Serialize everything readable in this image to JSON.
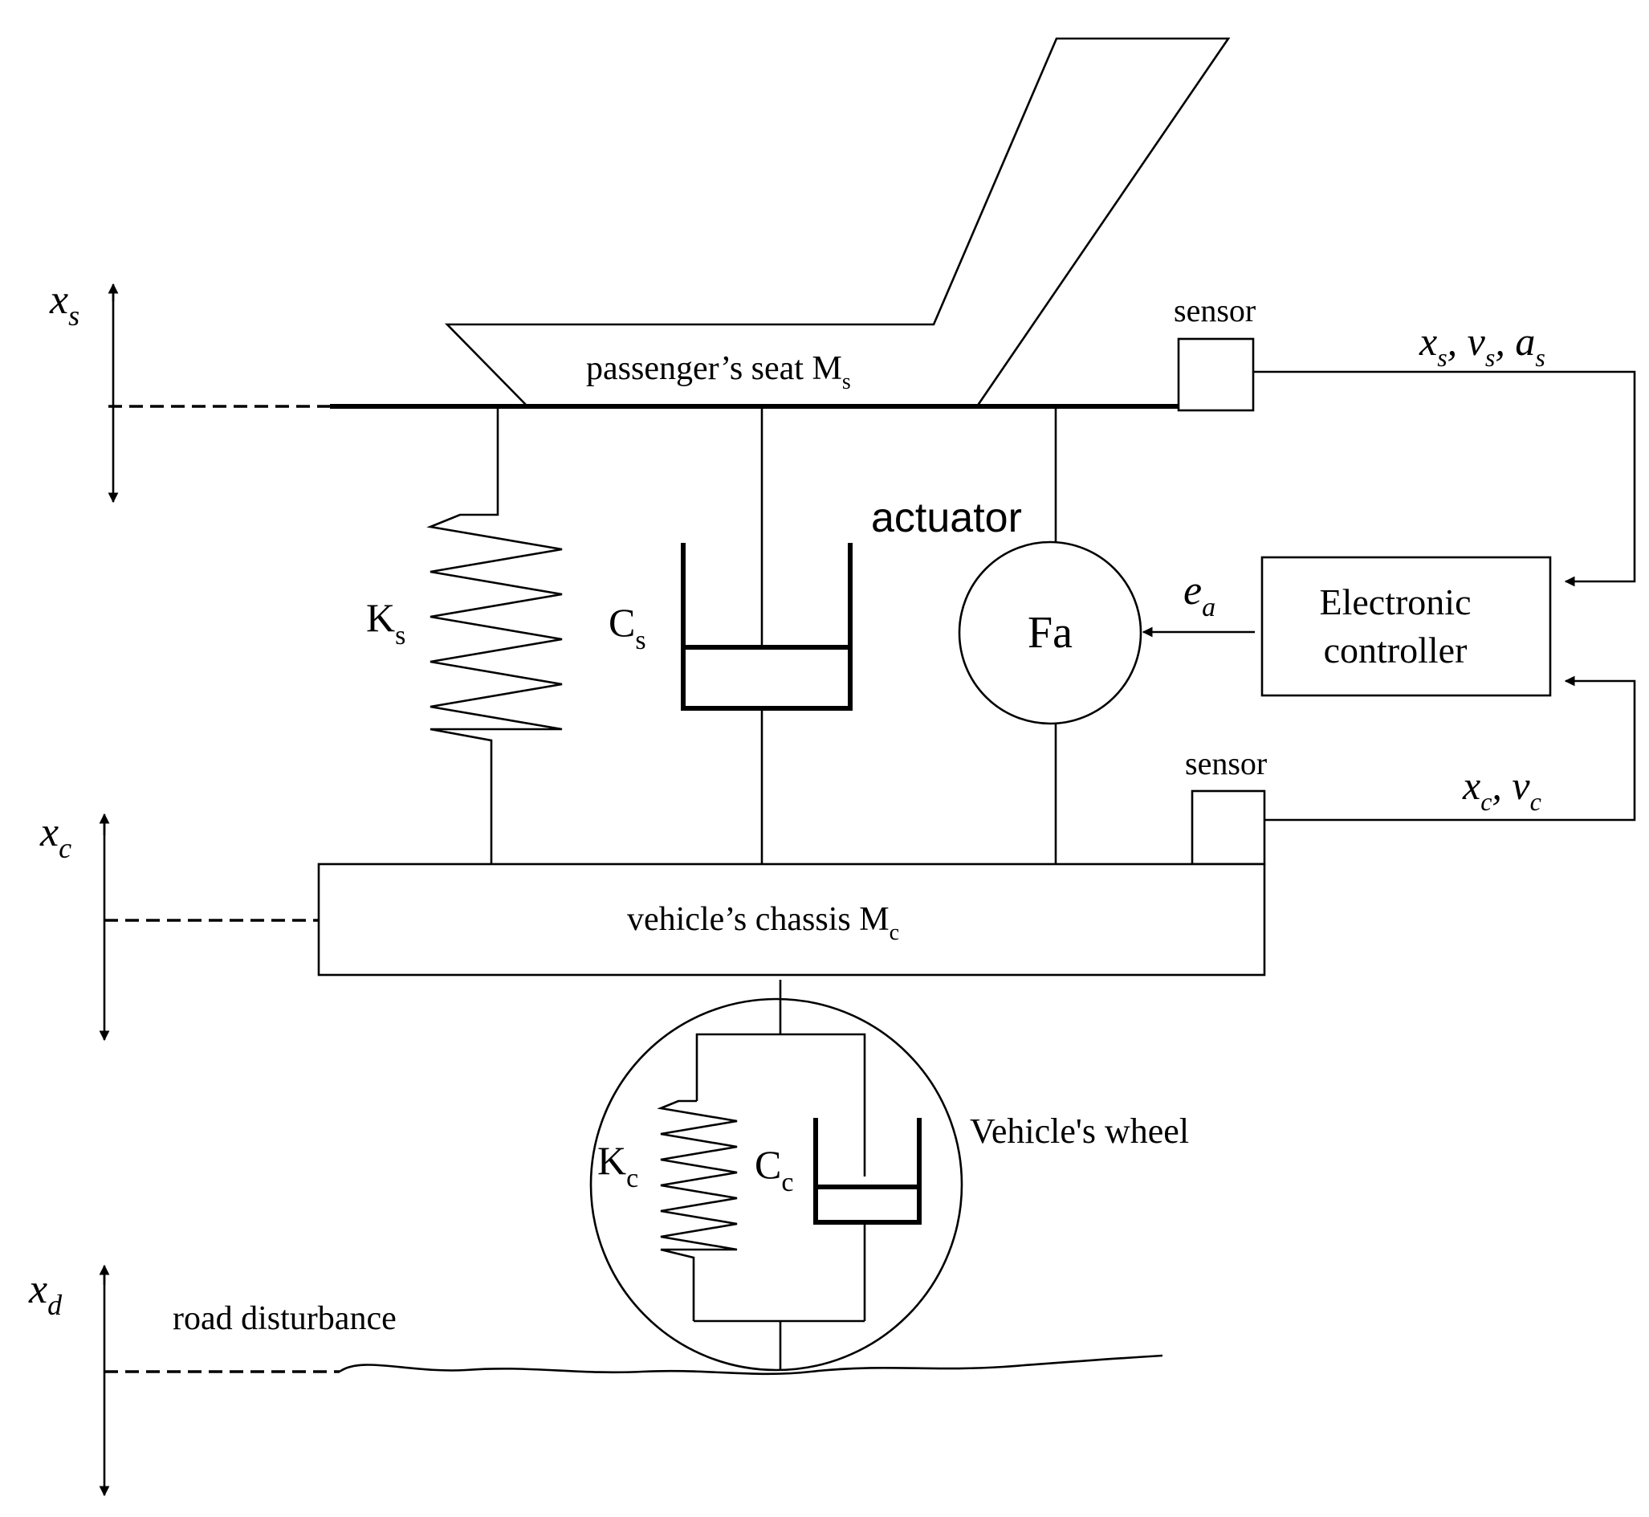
{
  "labels": {
    "seat": "passenger’s seat M",
    "seat_sub": "s",
    "chassis": "vehicle’s chassis M",
    "chassis_sub": "c",
    "actuator": "actuator",
    "force": "Fa",
    "sensor_top": "sensor",
    "sensor_bottom": "sensor",
    "controller_line1": "Electronic",
    "controller_line2": "controller",
    "wheel": "Vehicle's wheel",
    "road": "road disturbance",
    "ks_main": "K",
    "ks_sub": "s",
    "cs_main": "C",
    "cs_sub": "s",
    "kc_main": "K",
    "kc_sub": "c",
    "cc_main": "C",
    "cc_sub": "c",
    "ea_main": "e",
    "ea_sub": "a"
  },
  "axes": {
    "xs_main": "x",
    "xs_sub": "s",
    "xc_main": "x",
    "xc_sub": "c",
    "xd_main": "x",
    "xd_sub": "d"
  },
  "signals": {
    "top": [
      {
        "main": "x",
        "sub": "s",
        "sep": ", "
      },
      {
        "main": "v",
        "sub": "s",
        "sep": ", "
      },
      {
        "main": "a",
        "sub": "s",
        "sep": ""
      }
    ],
    "bottom": [
      {
        "main": "x",
        "sub": "c",
        "sep": ", "
      },
      {
        "main": "v",
        "sub": "c",
        "sep": ""
      }
    ]
  }
}
